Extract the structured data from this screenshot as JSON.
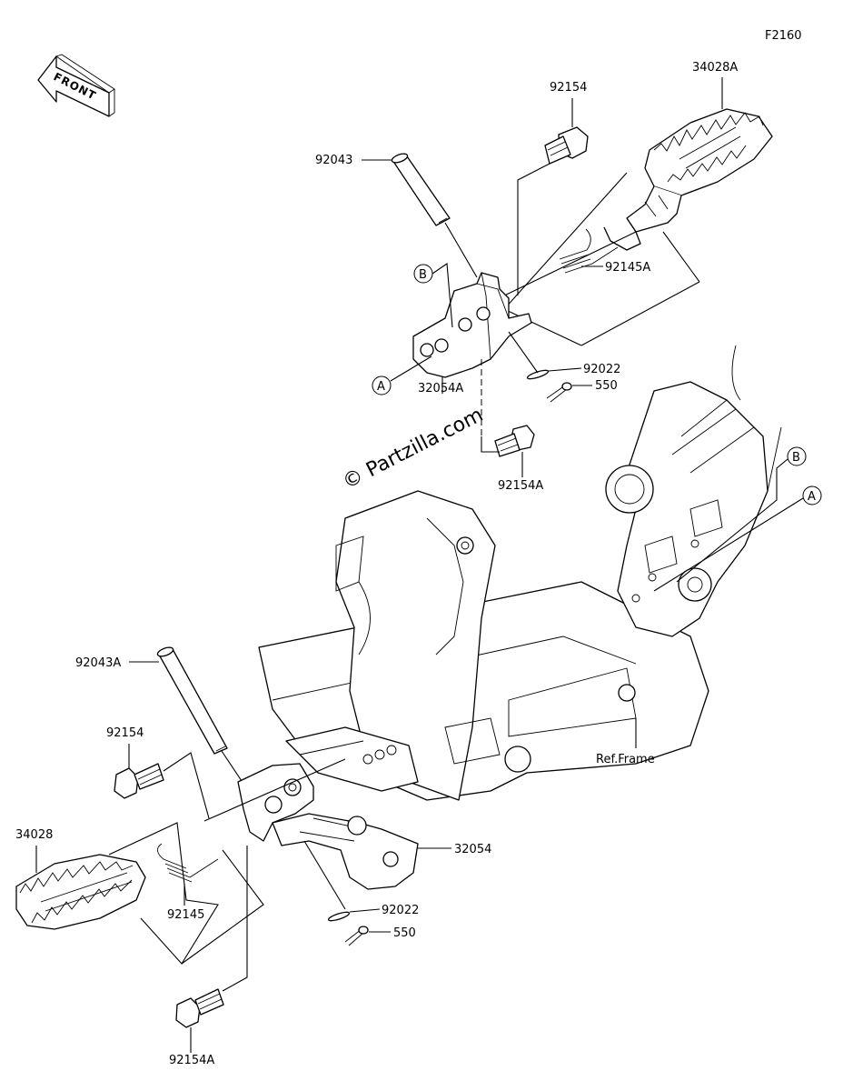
{
  "figure_code": "F2160",
  "front_arrow": "FRONT",
  "watermark": "© Partzilla.com",
  "parts": {
    "p34028A": "34028A",
    "p92154_top": "92154",
    "p92043": "92043",
    "p92145A": "92145A",
    "p92022_top": "92022",
    "p550_top": "550",
    "p32054A": "32054A",
    "p92154A_top": "92154A",
    "p92043A": "92043A",
    "p92154_bottom": "92154",
    "p34028": "34028",
    "p92145": "92145",
    "p32054": "32054",
    "p92022_bottom": "92022",
    "p550_bottom": "550",
    "p92154A_bottom": "92154A",
    "ref_frame": "Ref.Frame"
  },
  "callouts": {
    "b_top": "B",
    "a_top": "A",
    "b_right": "B",
    "a_right": "A"
  },
  "colors": {
    "line": "#000000",
    "background": "#ffffff"
  }
}
